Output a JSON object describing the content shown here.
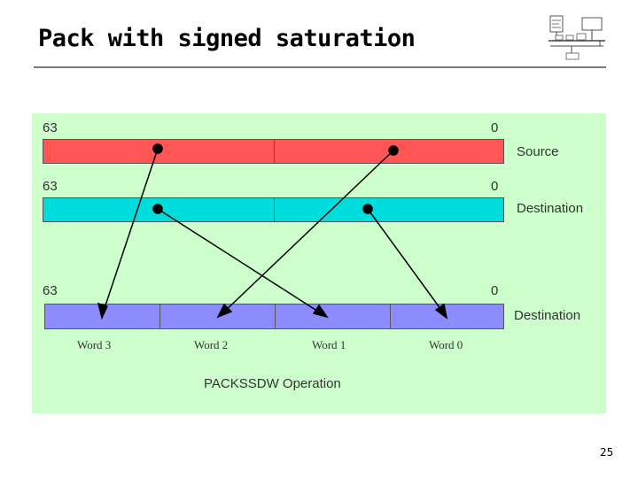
{
  "slide": {
    "title": "Pack with signed saturation",
    "page_number": "25"
  },
  "diagram": {
    "colors": {
      "panel": "#ccffcc",
      "source": "#ff5555",
      "destination": "#00dddd",
      "result": "#8c8cff"
    },
    "registers": {
      "source": {
        "hi_bit": "63",
        "lo_bit": "0",
        "label": "Source"
      },
      "destination": {
        "hi_bit": "63",
        "lo_bit": "0",
        "label": "Destination"
      },
      "result": {
        "hi_bit": "63",
        "lo_bit": "0",
        "label": "Destination"
      }
    },
    "words": [
      "Word 3",
      "Word 2",
      "Word 1",
      "Word 0"
    ],
    "caption": "PACKSSDW Operation"
  }
}
